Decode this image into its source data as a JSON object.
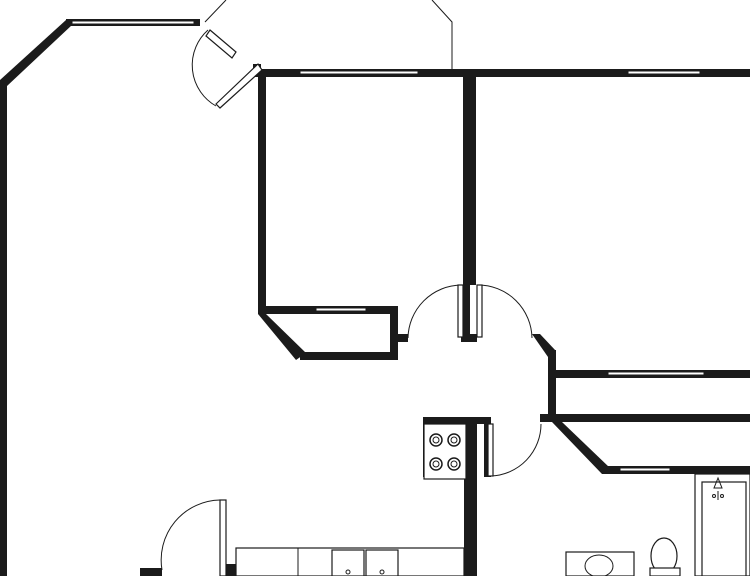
{
  "floor_plan": {
    "rooms": [
      "living-room",
      "bedroom-left",
      "bedroom-right",
      "kitchen",
      "bathroom",
      "hall",
      "closet-left",
      "closet-right"
    ],
    "fixtures": [
      "cooktop",
      "kitchen-sink",
      "bathroom-sink",
      "toilet",
      "bathtub"
    ],
    "doors": [
      "entry-door",
      "bedroom-left-door",
      "bedroom-right-door",
      "bathroom-door",
      "lower-left-door"
    ],
    "colors": {
      "wall": "#1b1b1b",
      "background": "#ffffff"
    }
  }
}
